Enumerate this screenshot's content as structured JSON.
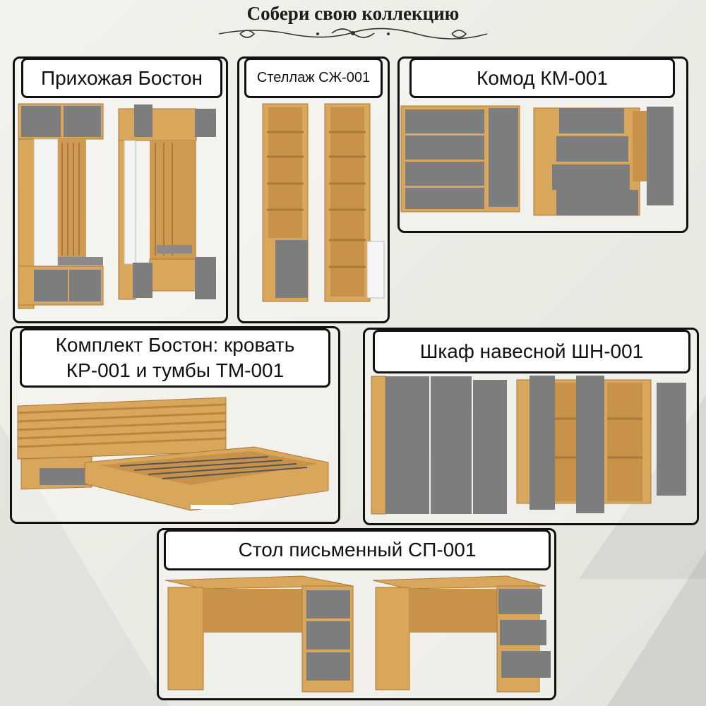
{
  "page": {
    "title": "Собери свою коллекцию"
  },
  "collection": [
    {
      "id": "hallway",
      "label": "Прихожая Бостон",
      "image": "hallway-unit-illustration"
    },
    {
      "id": "shelf",
      "label": "Стеллаж СЖ-001",
      "image": "bookshelf-illustration"
    },
    {
      "id": "dresser",
      "label": "Комод КМ-001",
      "image": "dresser-illustration"
    },
    {
      "id": "bedset",
      "label_line1": "Комплект Бостон: кровать",
      "label_line2": "КР-001 и тумбы ТМ-001",
      "image": "bed-set-illustration"
    },
    {
      "id": "wallcab",
      "label": "Шкаф навесной ШН-001",
      "image": "wall-cabinet-illustration"
    },
    {
      "id": "desk",
      "label": "Стол письменный СП-001",
      "image": "desk-illustration"
    }
  ],
  "colors": {
    "wood": "#d9a75c",
    "wood_dark": "#b9863f",
    "gray": "#7d7d7d",
    "gray_dark": "#6a6a6a",
    "outline": "#111111"
  }
}
